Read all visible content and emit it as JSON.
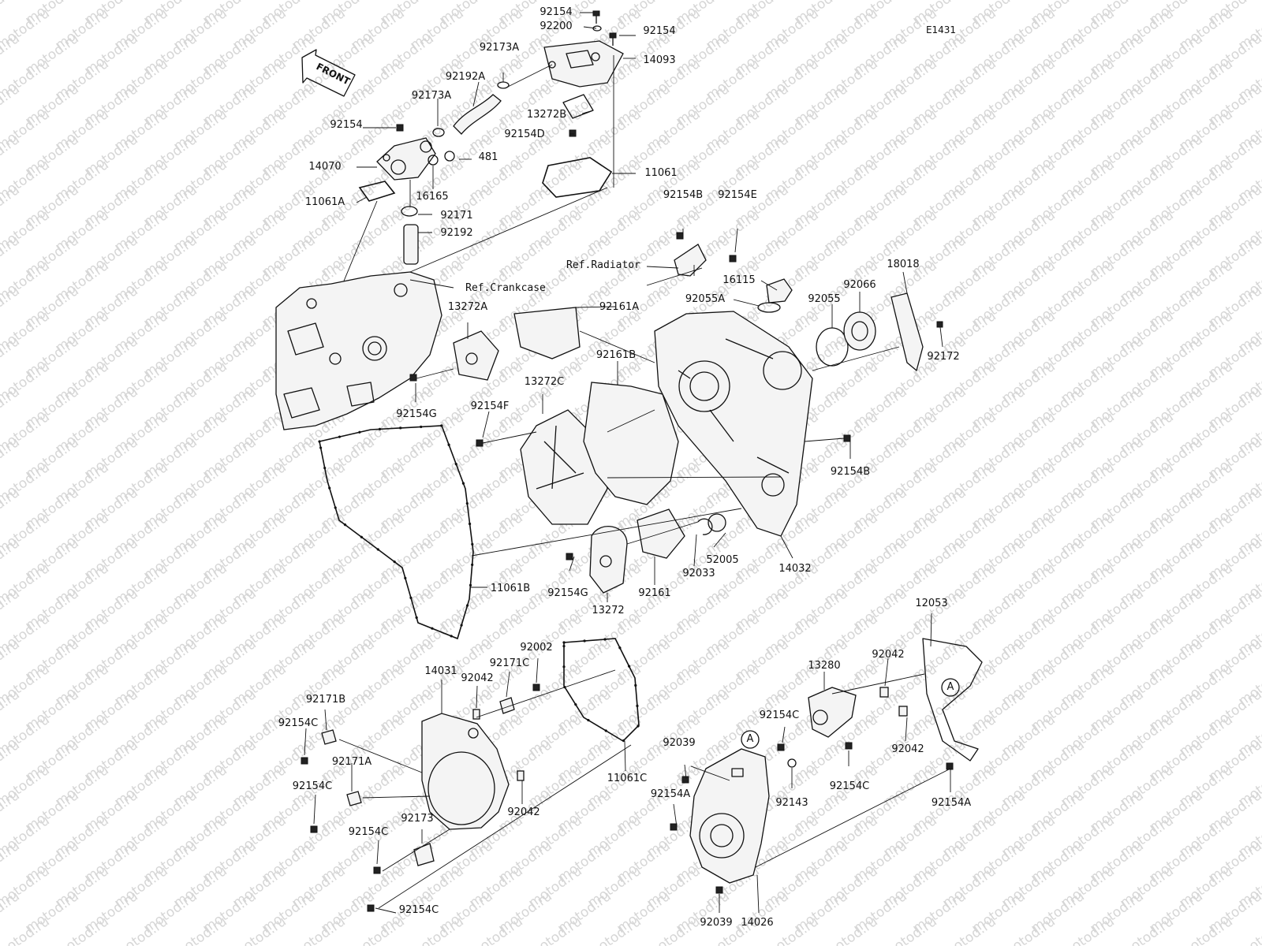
{
  "diagram_code": "E1431",
  "watermark": "motod.ru",
  "front_arrow": "FRONT",
  "callouts": [
    {
      "id": "c1",
      "text": "92154"
    },
    {
      "id": "c2",
      "text": "92200"
    },
    {
      "id": "c3",
      "text": "92154"
    },
    {
      "id": "c4",
      "text": "92173A"
    },
    {
      "id": "c5",
      "text": "14093"
    },
    {
      "id": "c6",
      "text": "92192A"
    },
    {
      "id": "c7",
      "text": "92173A"
    },
    {
      "id": "c8",
      "text": "13272B"
    },
    {
      "id": "c9",
      "text": "92154"
    },
    {
      "id": "c10",
      "text": "92154D"
    },
    {
      "id": "c11",
      "text": "481"
    },
    {
      "id": "c12",
      "text": "14070"
    },
    {
      "id": "c13",
      "text": "11061"
    },
    {
      "id": "c14",
      "text": "16165"
    },
    {
      "id": "c15",
      "text": "11061A"
    },
    {
      "id": "c16",
      "text": "92171"
    },
    {
      "id": "c17",
      "text": "92192"
    },
    {
      "id": "c18",
      "text": "92154B"
    },
    {
      "id": "c19",
      "text": "92154E"
    },
    {
      "id": "c20",
      "text": "Ref.Radiator"
    },
    {
      "id": "c21",
      "text": "Ref.Crankcase"
    },
    {
      "id": "c22",
      "text": "18018"
    },
    {
      "id": "c23",
      "text": "16115"
    },
    {
      "id": "c24",
      "text": "92066"
    },
    {
      "id": "c25",
      "text": "13272A"
    },
    {
      "id": "c26",
      "text": "92055A"
    },
    {
      "id": "c27",
      "text": "92055"
    },
    {
      "id": "c28",
      "text": "92161A"
    },
    {
      "id": "c29",
      "text": "92161B"
    },
    {
      "id": "c30",
      "text": "92172"
    },
    {
      "id": "c31",
      "text": "13272C"
    },
    {
      "id": "c32",
      "text": "92154F"
    },
    {
      "id": "c33",
      "text": "92154G"
    },
    {
      "id": "c34",
      "text": "92154B"
    },
    {
      "id": "c35",
      "text": "52005"
    },
    {
      "id": "c36",
      "text": "92033"
    },
    {
      "id": "c37",
      "text": "14032"
    },
    {
      "id": "c38",
      "text": "92154G"
    },
    {
      "id": "c39",
      "text": "92161"
    },
    {
      "id": "c40",
      "text": "13272"
    },
    {
      "id": "c41",
      "text": "11061B"
    },
    {
      "id": "c42",
      "text": "12053"
    },
    {
      "id": "c43",
      "text": "92002"
    },
    {
      "id": "c44",
      "text": "92171C"
    },
    {
      "id": "c45",
      "text": "13280"
    },
    {
      "id": "c46",
      "text": "92042"
    },
    {
      "id": "c47",
      "text": "14031"
    },
    {
      "id": "c48",
      "text": "92042"
    },
    {
      "id": "c49",
      "text": "92171B"
    },
    {
      "id": "c50",
      "text": "92154C"
    },
    {
      "id": "c51",
      "text": "92154C"
    },
    {
      "id": "c52",
      "text": "92039"
    },
    {
      "id": "c53",
      "text": "92042"
    },
    {
      "id": "c54",
      "text": "11061C"
    },
    {
      "id": "c55",
      "text": "92171A"
    },
    {
      "id": "c56",
      "text": "92154C"
    },
    {
      "id": "c57",
      "text": "92154C"
    },
    {
      "id": "c58",
      "text": "92143"
    },
    {
      "id": "c59",
      "text": "92154A"
    },
    {
      "id": "c60",
      "text": "92154A"
    },
    {
      "id": "c61",
      "text": "92042"
    },
    {
      "id": "c62",
      "text": "92173"
    },
    {
      "id": "c63",
      "text": "92154C"
    },
    {
      "id": "c64",
      "text": "92154C"
    },
    {
      "id": "c65",
      "text": "92039"
    },
    {
      "id": "c66",
      "text": "14026"
    }
  ],
  "ref_markers": [
    {
      "id": "m1",
      "text": "A"
    },
    {
      "id": "m2",
      "text": "A"
    }
  ]
}
